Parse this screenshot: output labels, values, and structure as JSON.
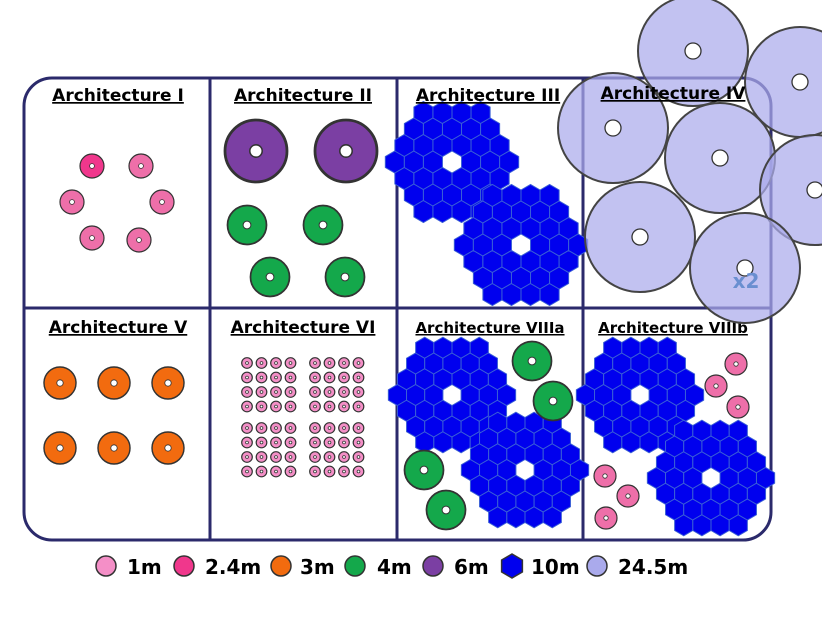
{
  "panels": [
    {
      "title": "Architecture I"
    },
    {
      "title": "Architecture II"
    },
    {
      "title": "Architecture III"
    },
    {
      "title": "Architecture IV"
    },
    {
      "title": "Architecture V"
    },
    {
      "title": "Architecture VI"
    },
    {
      "title": "Architecture VIIIa"
    },
    {
      "title": "Architecture VIIIb"
    }
  ],
  "multiplier_label": "x2",
  "legend": [
    {
      "label": "1m",
      "color": "#f48fc7",
      "shape": "circle"
    },
    {
      "label": "2.4m",
      "color": "#f0378c",
      "shape": "circle"
    },
    {
      "label": "3m",
      "color": "#f26b0f",
      "shape": "circle"
    },
    {
      "label": "4m",
      "color": "#14a84b",
      "shape": "circle"
    },
    {
      "label": "6m",
      "color": "#7b3fa3",
      "shape": "circle"
    },
    {
      "label": "10m",
      "color": "#0000ee",
      "shape": "hexagon"
    },
    {
      "label": "24.5m",
      "color": "#aaaaec",
      "shape": "circle"
    }
  ],
  "colors": {
    "frame": "#2b2a6b",
    "outline": "#333333",
    "seg_stroke": "#3a5fd6",
    "pink_light": "#f48fc7",
    "pink": "#f0378c",
    "pink_mid": "#ee6fa9",
    "orange": "#f26b0f",
    "green": "#14a84b",
    "purple": "#7b3fa3",
    "blue": "#0000ee",
    "lavender": "#aaaaec",
    "x2": "#6a8fd0"
  }
}
